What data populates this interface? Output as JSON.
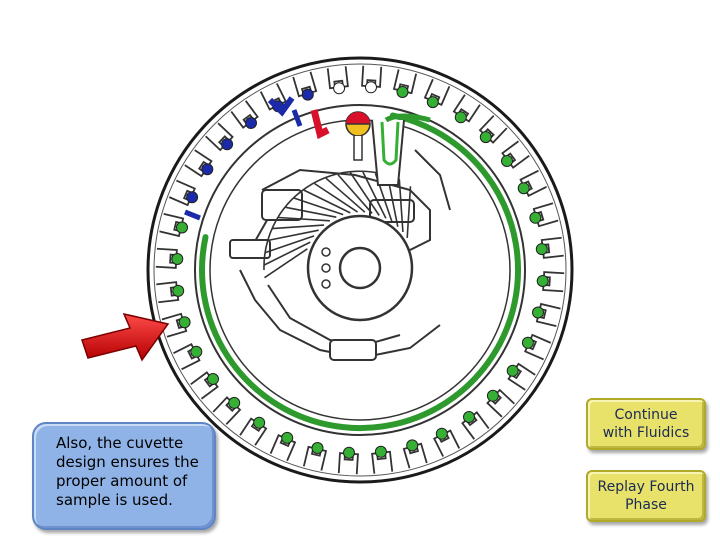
{
  "callout": {
    "text": "Also, the cuvette design ensures the proper amount of sample is used."
  },
  "buttons": {
    "continue": {
      "line1": "Continue",
      "line2": "with Fluidics"
    },
    "replay": {
      "line1": "Replay Fourth",
      "line2": "Phase"
    }
  },
  "colors": {
    "channel_green": "#2e9a2e",
    "cuvette_green": "#35b035",
    "cuvette_blue": "#1a2aa8",
    "reagent_red": "#d8102a",
    "reagent_yellow": "#f0c020",
    "arrow_red": "#dd1111",
    "callout_bg": "#8fb3e6",
    "button_bg": "#e8e26a"
  },
  "icons": {
    "pointer": "red-arrow-icon"
  }
}
